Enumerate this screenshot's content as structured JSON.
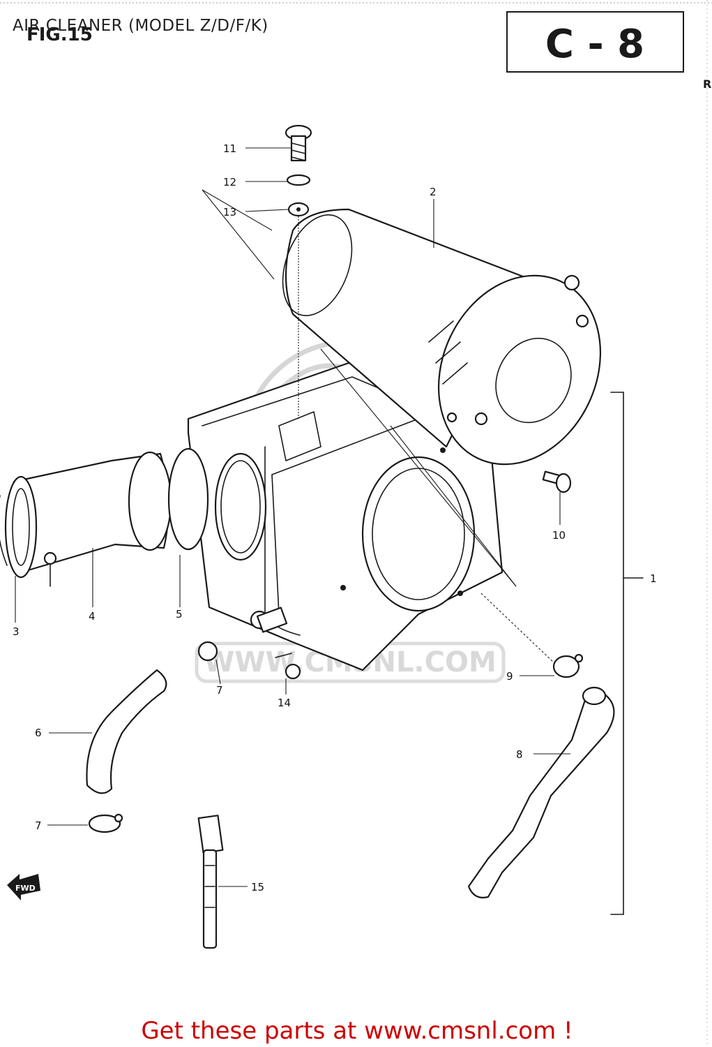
{
  "header": {
    "fig_label": "FIG.15",
    "title": "AIR CLEANER (MODEL Z/D/F/K)",
    "page_code": "C - 8",
    "edge_mark": "R"
  },
  "watermark": {
    "text": "WWW.CMSNL.COM"
  },
  "callouts": [
    "1",
    "2",
    "3",
    "4",
    "5",
    "6",
    "7",
    "8",
    "9",
    "10",
    "11",
    "12",
    "13",
    "14",
    "15"
  ],
  "callout_extra": {
    "seven_b": "7"
  },
  "fwd_label": "FWD",
  "footer": {
    "promo": "Get these parts at www.cmsnl.com !"
  },
  "colors": {
    "line": "#1a1a1a",
    "promo": "#cc0000",
    "watermark": "#d6d6d6"
  }
}
